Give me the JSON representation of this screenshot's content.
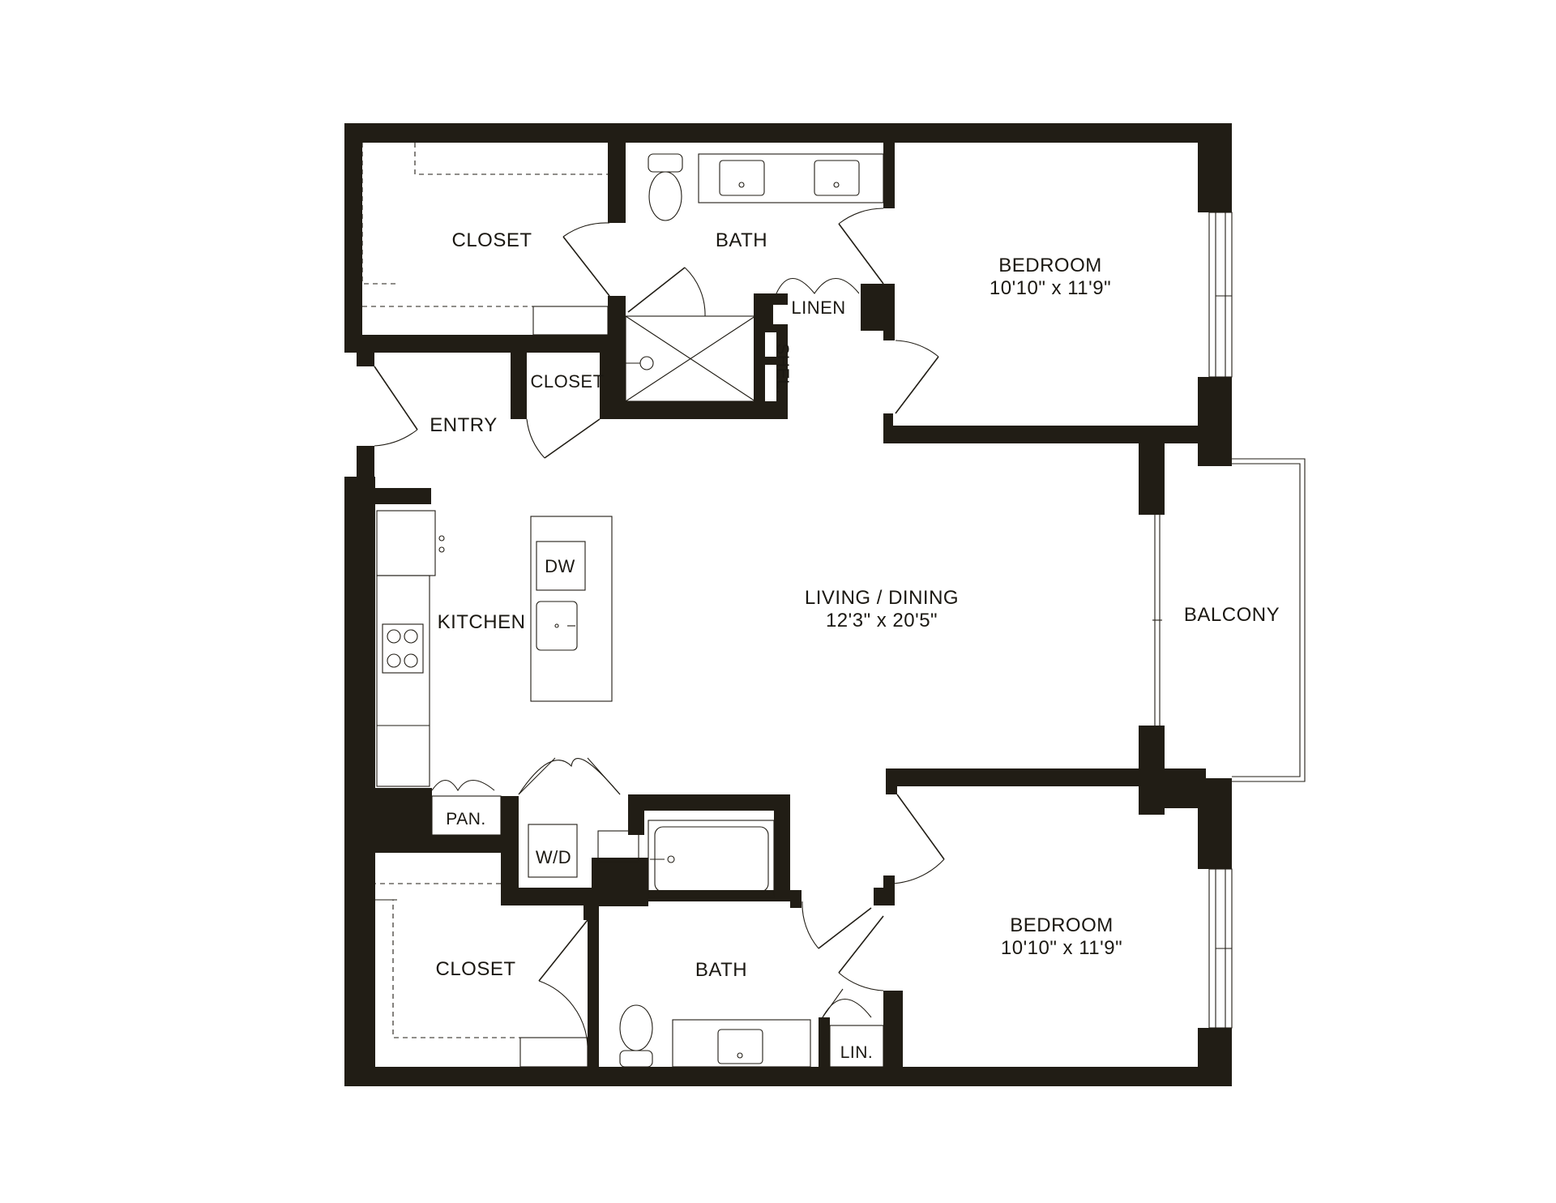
{
  "rooms": {
    "closet_top": "CLOSET",
    "bath_top": "BATH",
    "bedroom_top": "BEDROOM",
    "bedroom_top_dim": "10'10\" x 11'9\"",
    "linen": "LINEN",
    "shelf": "SHEL.",
    "closet_entry": "CLOSET",
    "entry": "ENTRY",
    "dishwasher": "DW",
    "kitchen": "KITCHEN",
    "living": "LIVING / DINING",
    "living_dim": "12'3\" x 20'5\"",
    "balcony": "BALCONY",
    "pantry": "PAN.",
    "washer_dryer": "W/D",
    "closet_bottom": "CLOSET",
    "bath_bottom": "BATH",
    "bedroom_bottom": "BEDROOM",
    "bedroom_bottom_dim": "10'10\" x 11'9\"",
    "lin": "LIN."
  },
  "colors": {
    "wall": "#211d15",
    "background": "#ffffff"
  }
}
